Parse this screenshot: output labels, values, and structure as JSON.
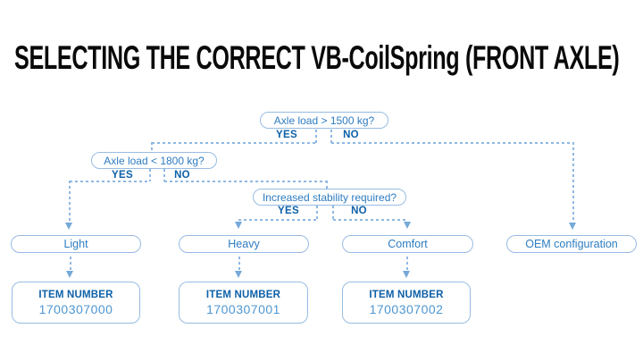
{
  "title": "SELECTING THE CORRECT VB-CoilSpring (FRONT AXLE)",
  "colors": {
    "question_text": "#2e7cc1",
    "yes_no_label": "#0d60a8",
    "box_border": "#98bce2",
    "connector_line": "#8fb8e2",
    "item_label": "#0d60a8",
    "item_number_text": "#4e96d2",
    "title_text": "#0a0a0a",
    "background": "#ffffff"
  },
  "flowchart": {
    "decisions": [
      {
        "question": "Axle load > 1500 kg?",
        "yes_label": "YES",
        "no_label": "NO"
      },
      {
        "question": "Axle load < 1800 kg?",
        "yes_label": "YES",
        "no_label": "NO"
      },
      {
        "question": "Increased stability required?",
        "yes_label": "YES",
        "no_label": "NO"
      }
    ],
    "outcomes": [
      {
        "label": "Light",
        "item_label": "ITEM NUMBER",
        "item_number": "1700307000"
      },
      {
        "label": "Heavy",
        "item_label": "ITEM NUMBER",
        "item_number": "1700307001"
      },
      {
        "label": "Comfort",
        "item_label": "ITEM NUMBER",
        "item_number": "1700307002"
      },
      {
        "label": "OEM configuration"
      }
    ]
  }
}
